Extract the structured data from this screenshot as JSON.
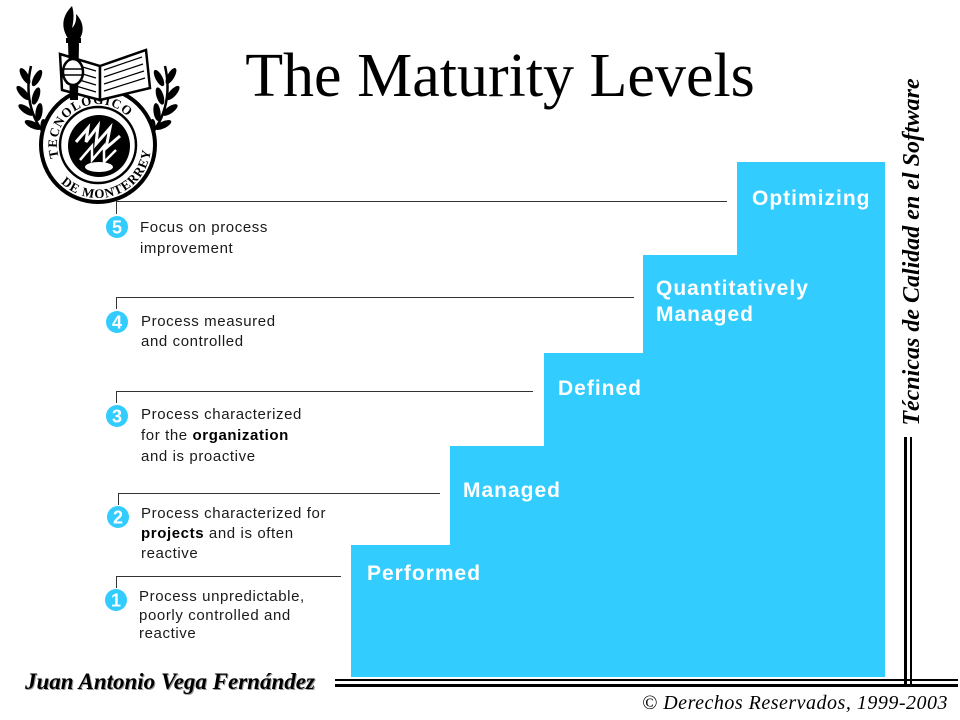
{
  "slide": {
    "title": "The Maturity Levels",
    "side_title": "Técnicas de Calidad en el Software",
    "author": "Juan Antonio Vega Fernández",
    "copyright": "© Derechos Reservados, 1999-2003"
  },
  "logo": {
    "icon": "tec-de-monterrey-seal-icon",
    "top_text": "TECNOLOGICO",
    "bottom_text": "DE MONTERREY"
  },
  "colors": {
    "step_fill": "#33ccff",
    "badge_fill": "#33ccff",
    "step_label": "#ffffff",
    "text": "#000000",
    "rule": "#000000"
  },
  "levels": [
    {
      "number": "1",
      "name": "Performed",
      "lines": [
        {
          "text": "Process unpredictable,"
        },
        {
          "text": "poorly controlled and"
        },
        {
          "text": "reactive"
        }
      ]
    },
    {
      "number": "2",
      "name": "Managed",
      "lines": [
        {
          "text": "Process characterized for"
        },
        {
          "bold": "projects",
          "text": " and is often"
        },
        {
          "text": "reactive"
        }
      ]
    },
    {
      "number": "3",
      "name": "Defined",
      "lines": [
        {
          "text": "Process characterized"
        },
        {
          "text": "for the ",
          "bold": "organization"
        },
        {
          "text": "and is proactive"
        }
      ]
    },
    {
      "number": "4",
      "name": "Quantitatively Managed",
      "lines": [
        {
          "text": "Process measured"
        },
        {
          "text": "and controlled"
        }
      ]
    },
    {
      "number": "5",
      "name": "Optimizing",
      "lines": [
        {
          "text": "Focus on process"
        },
        {
          "text": "improvement"
        }
      ]
    }
  ]
}
